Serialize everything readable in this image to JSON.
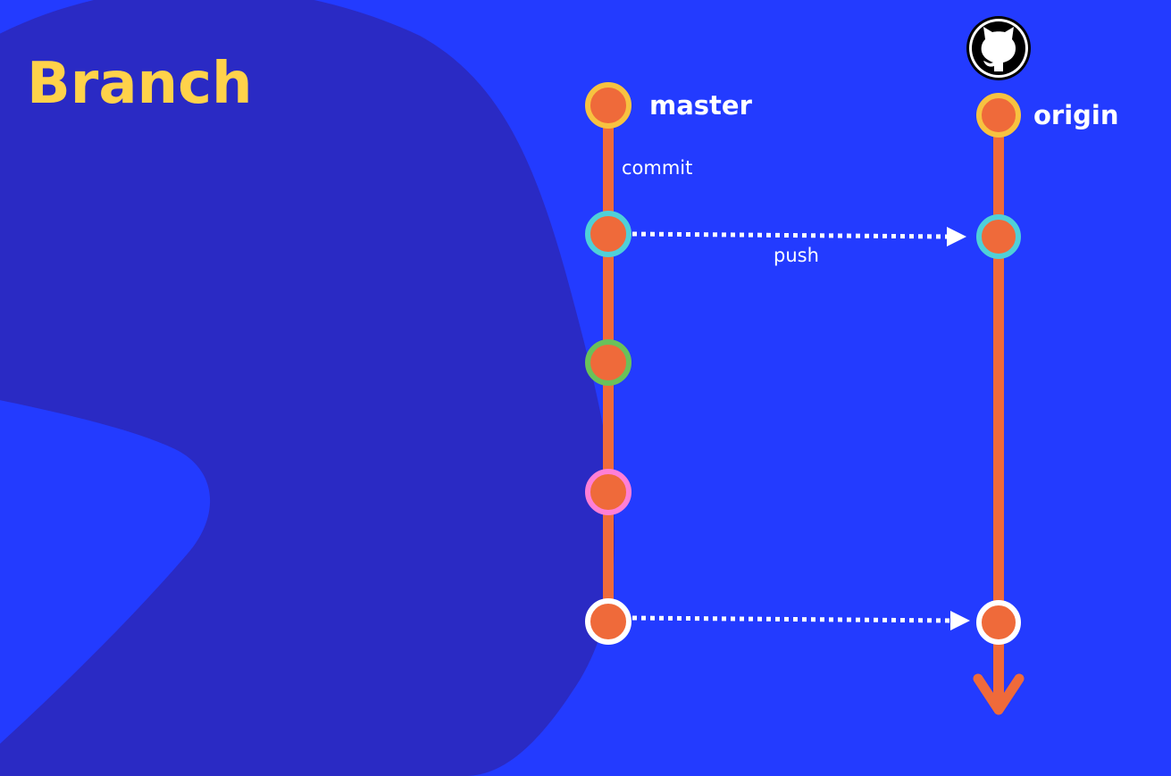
{
  "slide": {
    "title": "Branch"
  },
  "branches": {
    "master": {
      "label": "master"
    },
    "origin": {
      "label": "origin"
    }
  },
  "edges": {
    "commit_label": "commit",
    "push_label": "push"
  },
  "colors": {
    "background": "#233bff",
    "blob": "#2a2ac4",
    "title": "#ffd24a",
    "line": "#ef6a3a",
    "label": "#ffffff",
    "yellow_ring": "#f7c240",
    "cyan_ring": "#4fd0d8",
    "green_ring": "#6ac15a",
    "pink_ring": "#ff7fd6",
    "white_ring": "#ffffff"
  },
  "icons": {
    "origin": "github-icon"
  },
  "master_commits": [
    {
      "id": "m1",
      "ring": "yellow"
    },
    {
      "id": "m2",
      "ring": "cyan"
    },
    {
      "id": "m3",
      "ring": "green"
    },
    {
      "id": "m4",
      "ring": "pink"
    },
    {
      "id": "m5",
      "ring": "white"
    }
  ],
  "origin_commits": [
    {
      "id": "o1",
      "ring": "yellow"
    },
    {
      "id": "o2",
      "ring": "cyan"
    },
    {
      "id": "o3",
      "ring": "white"
    }
  ]
}
